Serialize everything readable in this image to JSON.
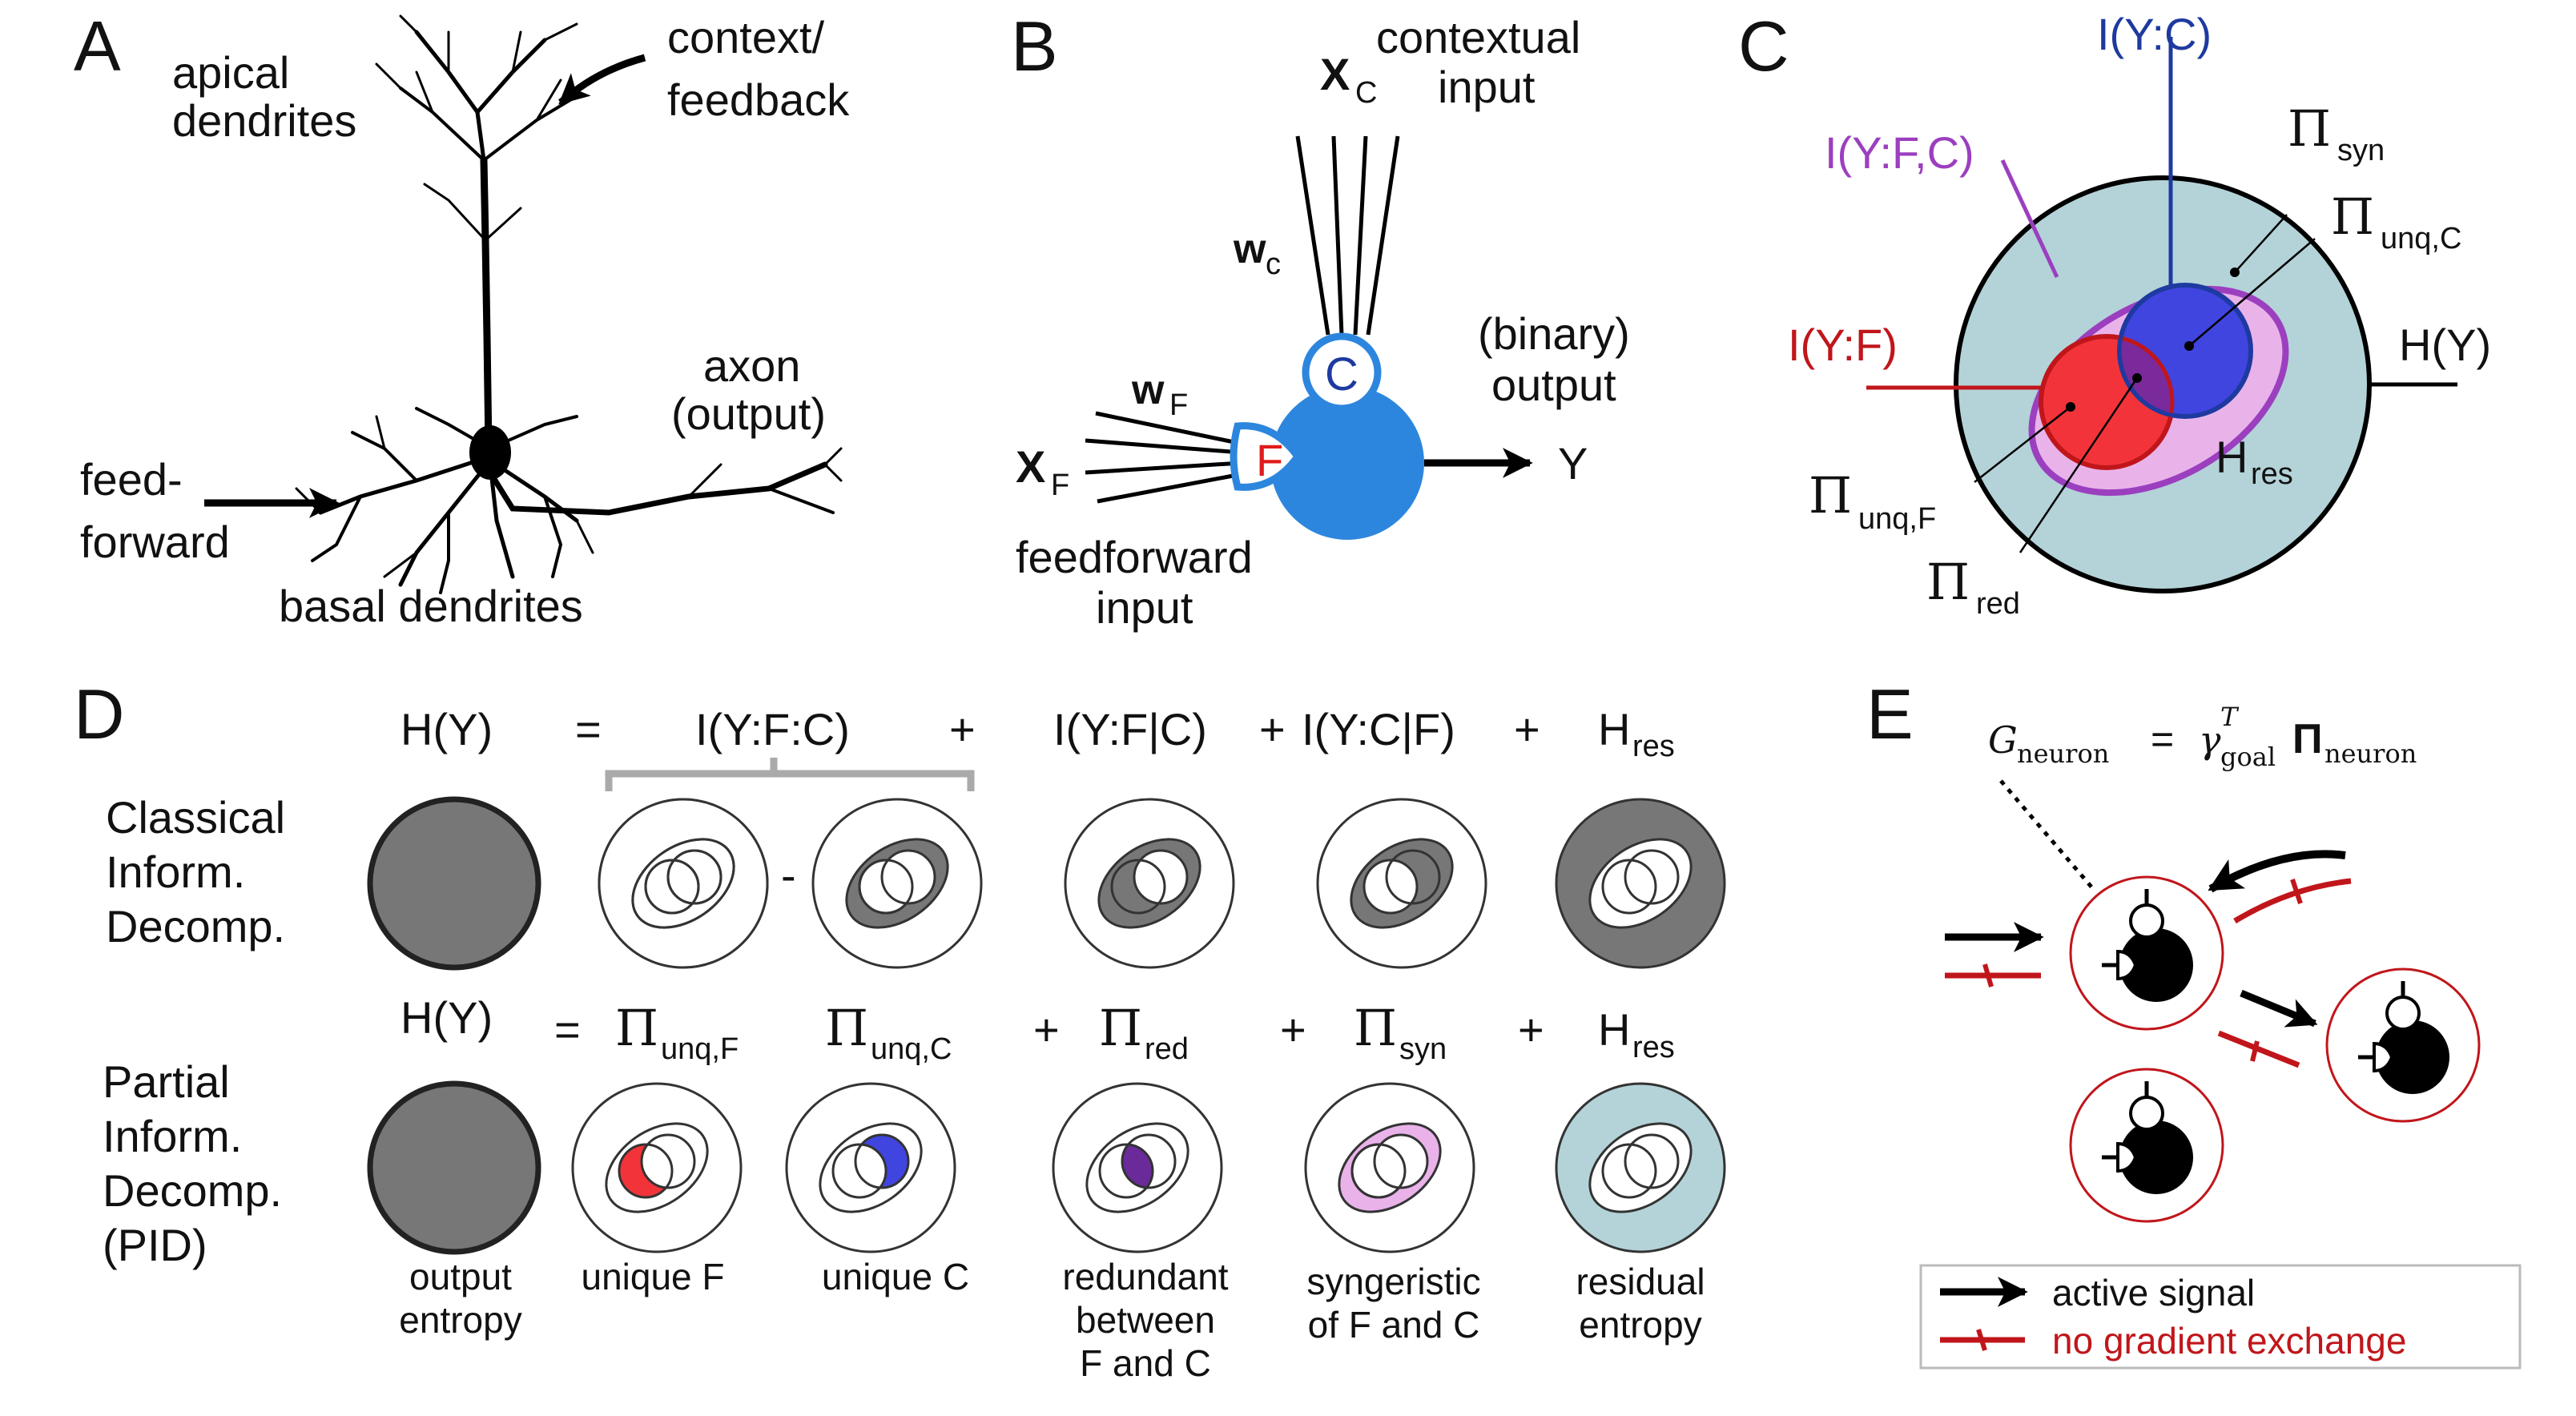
{
  "colors": {
    "teal": "#b4d3d8",
    "pink": "#e9b3ea",
    "purple": "#9b3fbf",
    "red": "#f2343a",
    "blue": "#4045e0",
    "navy": "#1e3aa0",
    "neuron_blue": "#2d86de",
    "grey": "#777777",
    "dark_red": "#c0161b",
    "violet": "#6a2a9a"
  },
  "panel_a": {
    "letter": "A",
    "apical": [
      "apical",
      "dendrites"
    ],
    "context": [
      "context/",
      "feedback"
    ],
    "axon": [
      "axon",
      "(output)"
    ],
    "feedforward": [
      "feed-",
      "forward"
    ],
    "basal": "basal dendrites"
  },
  "panel_b": {
    "letter": "B",
    "xc": "X",
    "xc_sub": "C",
    "contextual": [
      "contextual",
      "input"
    ],
    "wc": "w",
    "wc_sub": "c",
    "wf": "w",
    "wf_sub": "F",
    "xf": "X",
    "xf_sub": "F",
    "c_label": "C",
    "f_label": "F",
    "binary": [
      "(binary)",
      "output"
    ],
    "y": "Y",
    "feedforward": [
      "feedforward",
      "input"
    ]
  },
  "panel_c": {
    "letter": "C",
    "iyc": "I(Y:C)",
    "iyfc": "I(Y:F,C)",
    "iyf": "I(Y:F)",
    "hy": "H(Y)",
    "pi": "Π",
    "syn": "syn",
    "unqc": "unq,C",
    "unqf": "unq,F",
    "red": "red",
    "h": "H",
    "res": "res"
  },
  "panel_d": {
    "letter": "D",
    "row1_eq": {
      "hy": "H(Y)",
      "eq": "=",
      "iyfc": "I(Y:F:C)",
      "plus1": "+",
      "iyf_c": "I(Y:F|C)",
      "plus2": "+",
      "iyc_f": "I(Y:C|F)",
      "plus3": "+",
      "h": "H",
      "res": "res"
    },
    "classical": [
      "Classical",
      "Inform.",
      "Decomp."
    ],
    "minus": "-",
    "row2_eq": {
      "hy": "H(Y)",
      "eq": "=",
      "pi": "Π",
      "unqf": "unq,F",
      "unqc": "unq,C",
      "plus1": "+",
      "red": "red",
      "plus2": "+",
      "syn": "syn",
      "plus3": "+",
      "h": "H",
      "res": "res"
    },
    "partial": [
      "Partial",
      "Inform.",
      "Decomp.",
      "(PID)"
    ],
    "captions": {
      "output": [
        "output",
        "entropy"
      ],
      "unique_f": [
        "unique F"
      ],
      "unique_c": [
        "unique C"
      ],
      "redundant": [
        "redundant",
        "between",
        "F and C"
      ],
      "synergistic": [
        "syngeristic",
        "of F and C"
      ],
      "residual": [
        "residual",
        "entropy"
      ]
    }
  },
  "panel_e": {
    "letter": "E",
    "formula": {
      "g": "G",
      "g_sub": "neuron",
      "eq": "=",
      "gamma": "γ",
      "gamma_sub": "goal",
      "gamma_sup": "T",
      "pi": "Π",
      "pi_sub": "neuron"
    },
    "legend": {
      "active": "active signal",
      "no_gradient": "no gradient exchange"
    }
  }
}
